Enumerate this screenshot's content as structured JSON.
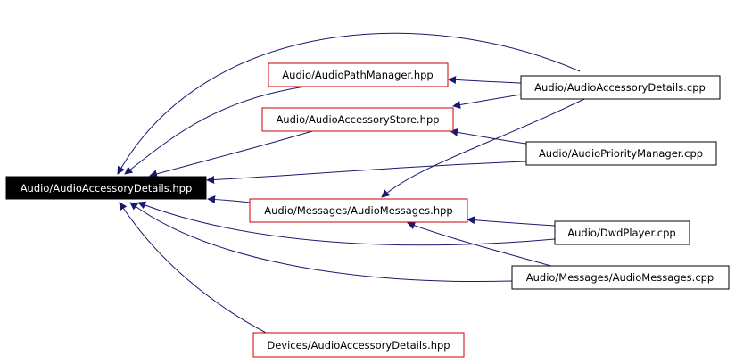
{
  "colors": {
    "edge": "#191970",
    "focus_fill": "#000000",
    "focus_text": "#ffffff",
    "highlight_border": "#cc0000",
    "normal_border": "#000000",
    "text": "#000000",
    "background": "#ffffff"
  },
  "nodes": {
    "focus": {
      "label": "Audio/AudioAccessoryDetails.hpp"
    },
    "path_manager": {
      "label": "Audio/AudioPathManager.hpp"
    },
    "accessory_store": {
      "label": "Audio/AudioAccessoryStore.hpp"
    },
    "messages_hpp": {
      "label": "Audio/Messages/AudioMessages.hpp"
    },
    "devices": {
      "label": "Devices/AudioAccessoryDetails.hpp"
    },
    "accessory_cpp": {
      "label": "Audio/AudioAccessoryDetails.cpp"
    },
    "priority_cpp": {
      "label": "Audio/AudioPriorityManager.cpp"
    },
    "dwd_cpp": {
      "label": "Audio/DwdPlayer.cpp"
    },
    "messages_cpp": {
      "label": "Audio/Messages/AudioMessages.cpp"
    }
  },
  "edges": [
    {
      "from": "accessory_cpp",
      "to": "focus"
    },
    {
      "from": "accessory_cpp",
      "to": "path_manager"
    },
    {
      "from": "accessory_cpp",
      "to": "accessory_store"
    },
    {
      "from": "accessory_cpp",
      "to": "messages_hpp"
    },
    {
      "from": "path_manager",
      "to": "focus"
    },
    {
      "from": "accessory_store",
      "to": "focus"
    },
    {
      "from": "priority_cpp",
      "to": "focus"
    },
    {
      "from": "priority_cpp",
      "to": "accessory_store"
    },
    {
      "from": "messages_hpp",
      "to": "focus"
    },
    {
      "from": "dwd_cpp",
      "to": "focus"
    },
    {
      "from": "dwd_cpp",
      "to": "messages_hpp"
    },
    {
      "from": "messages_cpp",
      "to": "focus"
    },
    {
      "from": "messages_cpp",
      "to": "messages_hpp"
    },
    {
      "from": "devices",
      "to": "focus"
    }
  ]
}
